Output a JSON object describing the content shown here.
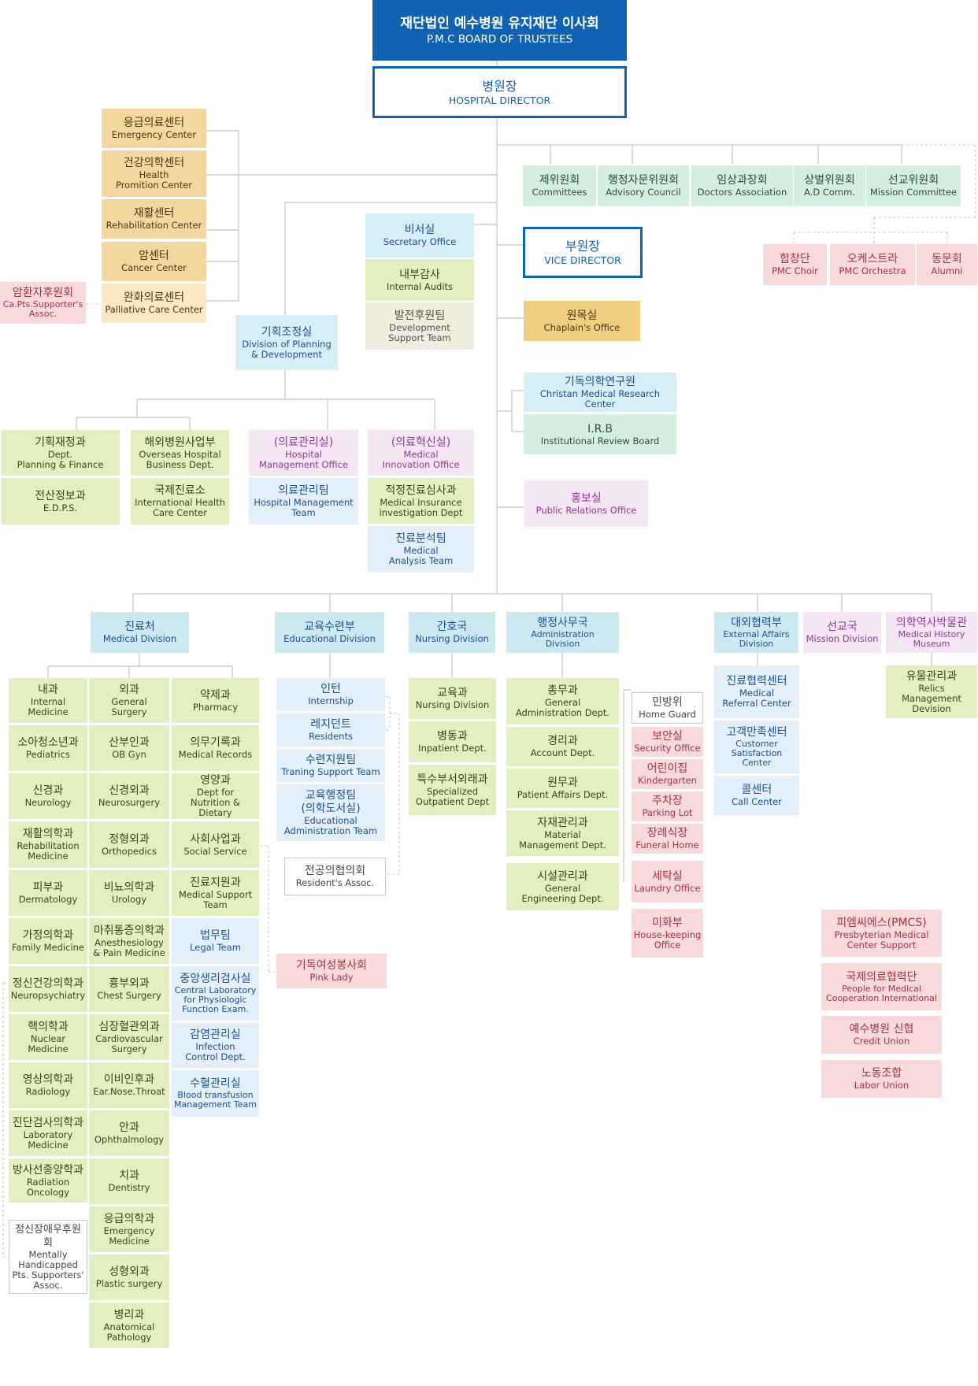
{
  "top": {
    "ko": "재단법인 예수병원 유지재단 이사회",
    "en": "P.M.C BOARD OF TRUSTEES"
  },
  "director": {
    "ko": "병원장",
    "en": "HOSPITAL DIRECTOR"
  },
  "vice_director": {
    "ko": "부원장",
    "en": "VICE DIRECTOR"
  },
  "committees": [
    {
      "ko": "제위원회",
      "en": "Committees"
    },
    {
      "ko": "행정자문위원회",
      "en": "Advisory Council"
    },
    {
      "ko": "임상과장회",
      "en": "Doctors Association"
    },
    {
      "ko": "상벌위원회",
      "en": "A.D Comm."
    },
    {
      "ko": "선교위원회",
      "en": "Mission Committee"
    }
  ],
  "mission_groups": [
    {
      "ko": "합창단",
      "en": "PMC Choir"
    },
    {
      "ko": "오케스트라",
      "en": "PMC Orchestra"
    },
    {
      "ko": "동문회",
      "en": "Alumni"
    }
  ],
  "centers": [
    {
      "ko": "응급의료센터",
      "en": "Emergency Center"
    },
    {
      "ko": "건강의학센터",
      "en": "Health\nPromition Center"
    },
    {
      "ko": "재활센터",
      "en": "Rehabilitation Center"
    },
    {
      "ko": "암센터",
      "en": "Cancer Center"
    },
    {
      "ko": "완화의료센터",
      "en": "Palliative Care Center"
    }
  ],
  "cancer_supporters": {
    "ko": "암환자후원회",
    "en": "Ca.Pts.Supporter's\nAssoc."
  },
  "secretary": [
    {
      "ko": "비서실",
      "en": "Secretary Office"
    },
    {
      "ko": "내부감사",
      "en": "Internal Audits"
    },
    {
      "ko": "발전후원팀",
      "en": "Development\nSupport Team"
    }
  ],
  "chaplain": {
    "ko": "원목실",
    "en": "Chaplain's Office"
  },
  "research": [
    {
      "ko": "기독의학연구원",
      "en": "Christan Medical Research Center"
    },
    {
      "ko": "I.R.B",
      "en": "Institutional Review Board"
    }
  ],
  "pr_office": {
    "ko": "홍보실",
    "en": "Public Relations Office"
  },
  "planning": {
    "ko": "기획조정실",
    "en": "Division of Planning\n& Development"
  },
  "planning_sub": [
    {
      "ko": "기획재정과",
      "en": "Dept.\nPlanning & Finance"
    },
    {
      "ko": "전산정보과",
      "en": "E.D.P.S."
    },
    {
      "ko": "해외병원사업부",
      "en": "Overseas Hospital\nBusiness Dept."
    },
    {
      "ko": "국제진료소",
      "en": "International Health\nCare Center"
    },
    {
      "ko": "(의료관리실)",
      "en": "Hospital\nManagement Office"
    },
    {
      "ko": "의료관리팀",
      "en": "Hospital Management\nTeam"
    },
    {
      "ko": "(의료혁신실)",
      "en": "Medical\nInnovation Office"
    },
    {
      "ko": "적정진료심사과",
      "en": "Medical Insurance\ninvestigation Dept"
    },
    {
      "ko": "진료분석팀",
      "en": "Medical\nAnalysis Team"
    }
  ],
  "divisions": [
    {
      "ko": "진료처",
      "en": "Medical Division"
    },
    {
      "ko": "교육수련부",
      "en": "Educational Division"
    },
    {
      "ko": "간호국",
      "en": "Nursing Division"
    },
    {
      "ko": "행정사무국",
      "en": "Administration\nDivision"
    },
    {
      "ko": "대외협력부",
      "en": "External Affairs\nDivision"
    },
    {
      "ko": "선교국",
      "en": "Mission Division"
    },
    {
      "ko": "의학역사박물관",
      "en": "Medical History\nMuseum"
    }
  ],
  "medical_col1": [
    {
      "ko": "내과",
      "en": "Internal\nMedicine"
    },
    {
      "ko": "소아청소년과",
      "en": "Pediatrics"
    },
    {
      "ko": "신경과",
      "en": "Neurology"
    },
    {
      "ko": "재활의학과",
      "en": "Rehabilitation\nMedicine"
    },
    {
      "ko": "피부과",
      "en": "Dermatology"
    },
    {
      "ko": "가정의학과",
      "en": "Family Medicine"
    },
    {
      "ko": "정신건강의학과",
      "en": "Neuropsychiatry"
    },
    {
      "ko": "핵의학과",
      "en": "Nuclear Medicine"
    },
    {
      "ko": "영상의학과",
      "en": "Radiology"
    },
    {
      "ko": "진단검사의학과",
      "en": "Laboratory\nMedicine"
    },
    {
      "ko": "방사선종양학과",
      "en": "Radiation\nOncology"
    }
  ],
  "mental_supporters": {
    "ko": "정신장애우후원회",
    "en": "Mentally\nHandicapped\nPts. Supporters'\nAssoc."
  },
  "medical_col2": [
    {
      "ko": "외과",
      "en": "General\nSurgery"
    },
    {
      "ko": "산부인과",
      "en": "OB Gyn"
    },
    {
      "ko": "신경외과",
      "en": "Neurosurgery"
    },
    {
      "ko": "정형외과",
      "en": "Orthopedics"
    },
    {
      "ko": "비뇨의학과",
      "en": "Urology"
    },
    {
      "ko": "마취통증의학과",
      "en": "Anesthesiology\n& Pain Medicine"
    },
    {
      "ko": "흉부외과",
      "en": "Chest Surgery"
    },
    {
      "ko": "심장혈관외과",
      "en": "Cardiovascular\nSurgery"
    },
    {
      "ko": "이비인후과",
      "en": "Ear.Nose.Throat"
    },
    {
      "ko": "안과",
      "en": "Ophthalmology"
    },
    {
      "ko": "치과",
      "en": "Dentistry"
    },
    {
      "ko": "응급의학과",
      "en": "Emergency\nMedicine"
    },
    {
      "ko": "성형외과",
      "en": "Plastic surgery"
    },
    {
      "ko": "병리과",
      "en": "Anatomical\nPathology"
    }
  ],
  "medical_col3": [
    {
      "ko": "약제과",
      "en": "Pharmacy"
    },
    {
      "ko": "의무기록과",
      "en": "Medical Records"
    },
    {
      "ko": "영양과",
      "en": "Dept for\nNutrition & Dietary"
    },
    {
      "ko": "사회사업과",
      "en": "Social Service"
    },
    {
      "ko": "진료지원과",
      "en": "Medical Support\nTeam"
    },
    {
      "ko": "법무팀",
      "en": "Legal Team"
    },
    {
      "ko": "중앙생리검사실",
      "en": "Central Laboratory\nfor Physiologic\nFunction Exam."
    },
    {
      "ko": "감염관리실",
      "en": "Infection\nControl Dept."
    },
    {
      "ko": "수혈관리실",
      "en": "Blood transfusion\nManagement Team"
    }
  ],
  "education_sub": [
    {
      "ko": "인턴",
      "en": "Internship"
    },
    {
      "ko": "레지던트",
      "en": "Residents"
    },
    {
      "ko": "수련지원팀",
      "en": "Traning Support Team"
    },
    {
      "ko": "교육행정팀\n(의학도서실)",
      "en": "Educational\nAdministration Team"
    }
  ],
  "residents_assoc": {
    "ko": "전공의협의회",
    "en": "Resident's Assoc."
  },
  "pink_lady": {
    "ko": "기독여성봉사회",
    "en": "Pink Lady"
  },
  "nursing_sub": [
    {
      "ko": "교육과",
      "en": "Nursing Division"
    },
    {
      "ko": "병동과",
      "en": "Inpatient Dept."
    },
    {
      "ko": "특수부서외래과",
      "en": "Specialized\nOutpatient Dept"
    }
  ],
  "admin_sub": [
    {
      "ko": "총무과",
      "en": "General\nAdministration Dept."
    },
    {
      "ko": "경리과",
      "en": "Account Dept."
    },
    {
      "ko": "원무과",
      "en": "Patient Affairs Dept."
    },
    {
      "ko": "자재관리과",
      "en": "Material\nManagement Dept."
    },
    {
      "ko": "시설관리과",
      "en": "General\nEngineering Dept."
    }
  ],
  "admin_side": [
    {
      "ko": "민방위",
      "en": "Home Guard"
    },
    {
      "ko": "보안실",
      "en": "Security Office"
    },
    {
      "ko": "어린이집",
      "en": "Kindergarten"
    },
    {
      "ko": "주차장",
      "en": "Parking Lot"
    },
    {
      "ko": "장례식장",
      "en": "Funeral Home"
    },
    {
      "ko": "세탁실",
      "en": "Laundry Office"
    },
    {
      "ko": "미화부",
      "en": "House-keeping\nOffice"
    }
  ],
  "external_sub": [
    {
      "ko": "진료협력센터",
      "en": "Medical\nReferral Center"
    },
    {
      "ko": "고객만족센터",
      "en": "Customer\nSatisfaction Center"
    },
    {
      "ko": "콜센터",
      "en": "Call Center"
    }
  ],
  "museum_sub": {
    "ko": "유물관리과",
    "en": "Relics Management\nDevision"
  },
  "affiliates": [
    {
      "ko": "피엠씨에스(PMCS)",
      "en": "Presbyterian Medical\nCenter Support"
    },
    {
      "ko": "국제의료협력단",
      "en": "People for Medical\nCooperation International"
    },
    {
      "ko": "예수병원 신협",
      "en": "Credit Union"
    },
    {
      "ko": "노동조합",
      "en": "Labor Union"
    }
  ]
}
